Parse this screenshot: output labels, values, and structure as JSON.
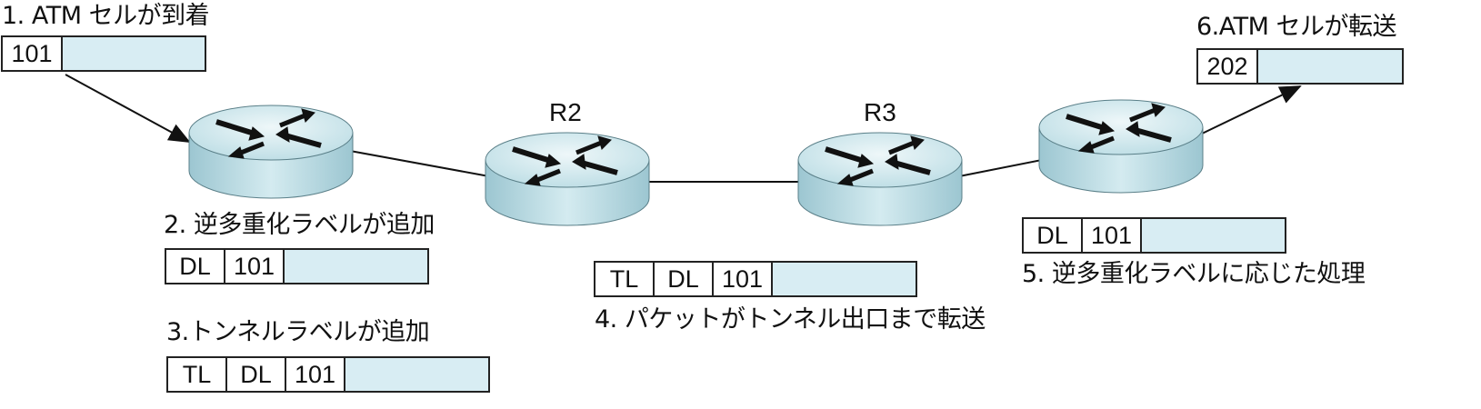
{
  "steps": {
    "s1": "1. ATM セルが到着",
    "s2": "2. 逆多重化ラベルが追加",
    "s3": "3.トンネルラベルが追加",
    "s4": "4. パケットがトンネル出口まで転送",
    "s5": "5. 逆多重化ラベルに応じた処理",
    "s6": "6.ATM セルが転送"
  },
  "routers": {
    "r1": "",
    "r2": "R2",
    "r3": "R3",
    "r4": ""
  },
  "packets": {
    "p1": [
      "101"
    ],
    "p2": [
      "DL",
      "101"
    ],
    "p3": [
      "TL",
      "DL",
      "101"
    ],
    "p4": [
      "TL",
      "DL",
      "101"
    ],
    "p5": [
      "DL",
      "101"
    ],
    "p6": [
      "202"
    ]
  },
  "colors": {
    "payload": "#d8edf3",
    "router_top": "#c9e3ea",
    "router_side": "#a9cfd9"
  }
}
